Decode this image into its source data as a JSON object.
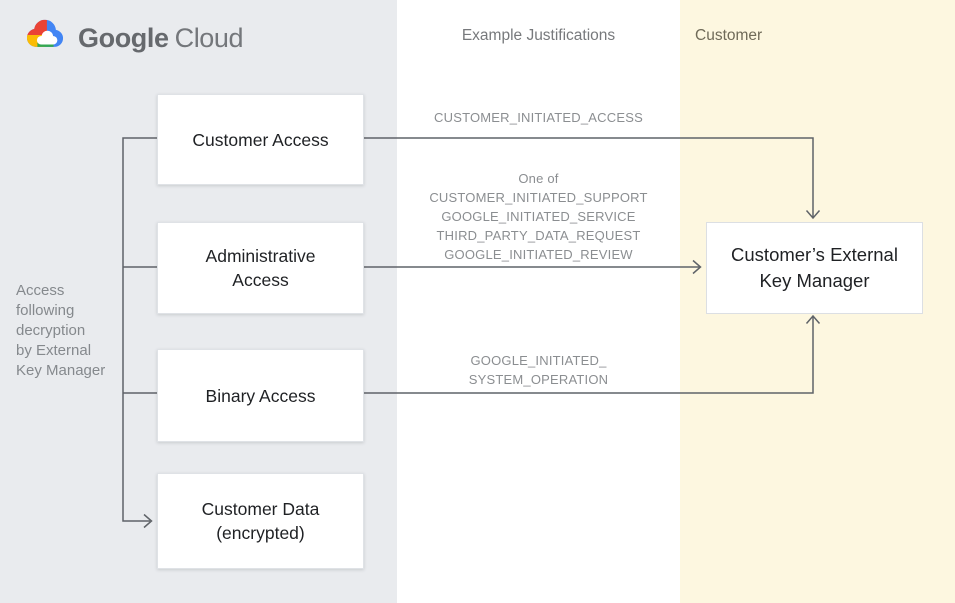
{
  "brand": {
    "google": "Google",
    "cloud": "Cloud"
  },
  "headers": {
    "middle": "Example Justifications",
    "right": "Customer"
  },
  "left_note": {
    "lines": [
      "Access",
      "following",
      "decryption",
      "by External",
      "Key Manager"
    ]
  },
  "nodes": {
    "customer_access": {
      "lines": [
        "Customer Access"
      ]
    },
    "administrative_access": {
      "lines": [
        "Administrative",
        "Access"
      ]
    },
    "binary_access": {
      "lines": [
        "Binary Access"
      ]
    },
    "customer_data": {
      "lines": [
        "Customer Data",
        "(encrypted)"
      ]
    },
    "ekm": {
      "lines": [
        "Customer’s External",
        "Key Manager"
      ]
    }
  },
  "justifications": {
    "customer_access": "CUSTOMER_INITIATED_ACCESS",
    "one_of": "One of",
    "admin_items": [
      "CUSTOMER_INITIATED_SUPPORT",
      "GOOGLE_INITIATED_SERVICE",
      "THIRD_PARTY_DATA_REQUEST",
      "GOOGLE_INITIATED_REVIEW"
    ],
    "binary_lines": [
      "GOOGLE_INITIATED_",
      "SYSTEM_OPERATION"
    ]
  },
  "colors": {
    "panel_gray": "#e9ebee",
    "panel_yellow": "#fdf7e0",
    "wire": "#5f6368",
    "box_text": "#1f2124",
    "muted_text": "#8b8e91",
    "logo_blue": "#4285f4",
    "logo_red": "#ea4335",
    "logo_yellow": "#fbbc04",
    "logo_green": "#34a853"
  }
}
